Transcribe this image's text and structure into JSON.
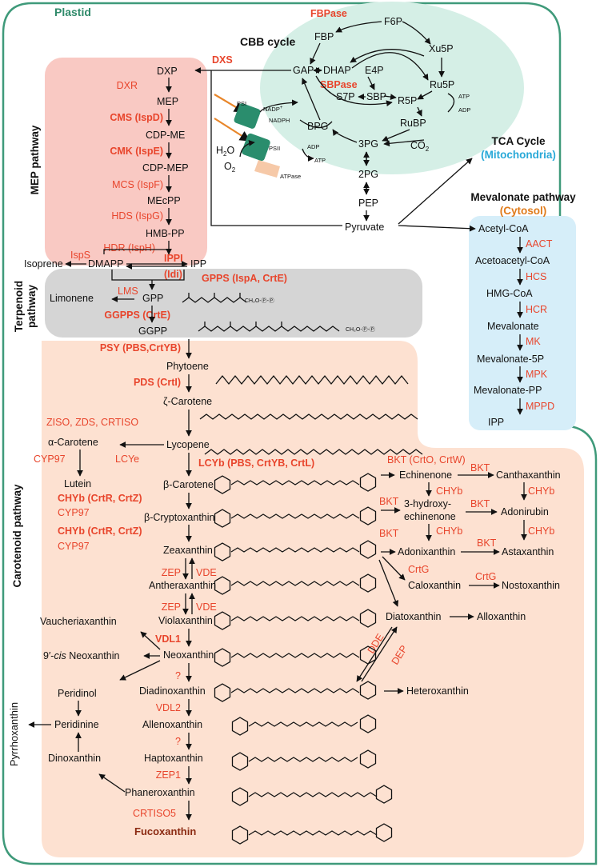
{
  "colors": {
    "plastid_border": "#3f9a7a",
    "mep_bg": "#f9c9c3",
    "cbb_bg": "#d5efe6",
    "terpenoid_bg": "#d5d5d5",
    "carotenoid_bg": "#fde1d1",
    "cytosol_bg": "#d6eef9",
    "enzyme": "#e8452c",
    "fucoxanthin": "#8b2a12",
    "mito": "#29a9d8",
    "cytosol_label": "#e07b1a",
    "photosystem": "#2a8d6d",
    "laser": "#e8862a"
  },
  "regions": {
    "plastid": "Plastid",
    "cbb": "CBB cycle",
    "mep": "MEP pathway",
    "terpenoid_line1": "Terpenoid",
    "terpenoid_line2": "pathway",
    "carotenoid": "Carotenoid pathway",
    "tca_line1": "TCA Cycle",
    "tca_line2": "(Mitochondria)",
    "mevalonate": "Mevalonate pathway",
    "cytosol": "(Cytosol)",
    "pyrrhoxanthin": "Pyrrhoxanthin"
  },
  "cbb": {
    "enzymes": [
      "FBPase",
      "SBPase"
    ],
    "metabolites": [
      "F6P",
      "FBP",
      "Xu5P",
      "GAP",
      "DHAP",
      "E4P",
      "S7P",
      "SBP",
      "Ru5P",
      "R5P",
      "RuBP",
      "BPG",
      "3PG",
      "2PG",
      "PEP",
      "Pyruvate"
    ],
    "cofactors": [
      "ATP",
      "ADP"
    ],
    "co2": "CO",
    "co2_sub": "2"
  },
  "photo": {
    "psi": "PSI",
    "psii": "PSII",
    "nadp": "NADP",
    "nadp_sup": "+",
    "nadph": "NADPH",
    "h2o": "H",
    "h2o_sub": "2",
    "h2o_end": "O",
    "o2": "O",
    "o2_sub": "2",
    "adp": "ADP",
    "atp": "ATP",
    "atpase": "ATPase"
  },
  "mep": {
    "dxs": "DXS",
    "metabolites": [
      "DXP",
      "MEP",
      "CDP-ME",
      "CDP-MEP",
      "MEcPP",
      "HMB-PP",
      "DMAPP",
      "IPP",
      "Isoprene"
    ],
    "enzymes": [
      "DXR",
      "CMS (IspD)",
      "CMK (IspE)",
      "MCS (IspF)",
      "HDS (IspG)",
      "HDR (IspH)",
      "IspS",
      "IPPI",
      "(Idi)"
    ]
  },
  "terpenoid": {
    "metabolites": [
      "Limonene",
      "GPP",
      "GGPP"
    ],
    "enzymes": [
      "LMS",
      "GPPS (IspA, CrtE)",
      "GGPPS (CrtE)"
    ],
    "phosphate_label": "CH₂O-Ⓟ-Ⓟ"
  },
  "mevalonate": {
    "metabolites": [
      "Acetyl-CoA",
      "Acetoacetyl-CoA",
      "HMG-CoA",
      "Mevalonate",
      "Mevalonate-5P",
      "Mevalonate-PP",
      "IPP"
    ],
    "enzymes": [
      "AACT",
      "HCS",
      "HCR",
      "MK",
      "MPK",
      "MPPD"
    ]
  },
  "carotenoid": {
    "main_chain": [
      "Phytoene",
      "ζ-Carotene",
      "Lycopene",
      "β-Carotene",
      "β-Cryptoxanthin",
      "Zeaxanthin",
      "Antheraxanthin",
      "Violaxanthin",
      "Neoxanthin",
      "Diadinoxanthin",
      "Allenoxanthin",
      "Haptoxanthin",
      "Phaneroxanthin",
      "Fucoxanthin"
    ],
    "side_products": [
      "α-Carotene",
      "Lutein",
      "Vaucheriaxanthin",
      "9′-",
      "cis",
      " Neoxanthin",
      "Peridinol",
      "Peridinine",
      "Dinoxanthin",
      "Echinenone",
      "Canthaxanthin",
      "3-hydroxy-",
      "echinenone",
      "Adonirubin",
      "Adonixanthin",
      "Astaxanthin",
      "Caloxanthin",
      "Nostoxanthin",
      "Diatoxanthin",
      "Alloxanthin",
      "Heteroxanthin"
    ],
    "enzymes": [
      "PSY (PBS,CrtYB)",
      "PDS (CrtI)",
      "ZISO, ZDS, CRTISO",
      "CYP97",
      "LCYe",
      "LCYb (PBS, CrtYB, CrtL)",
      "CHYb (CrtR, CrtZ)",
      "CYP97",
      "CHYb (CrtR, CrtZ)",
      "CYP97",
      "ZEP",
      "VDE",
      "ZEP",
      "VDE",
      "VDL1",
      "?",
      "VDL2",
      "?",
      "ZEP1",
      "CRTISO5",
      "BKT (CrtO, CrtW)",
      "BKT",
      "CHYb",
      "BKT",
      "BKT",
      "CHYb",
      "BKT",
      "CHYb",
      "BKT",
      "CHYb",
      "CrtG",
      "CrtG",
      "DDE",
      "DEP"
    ]
  }
}
